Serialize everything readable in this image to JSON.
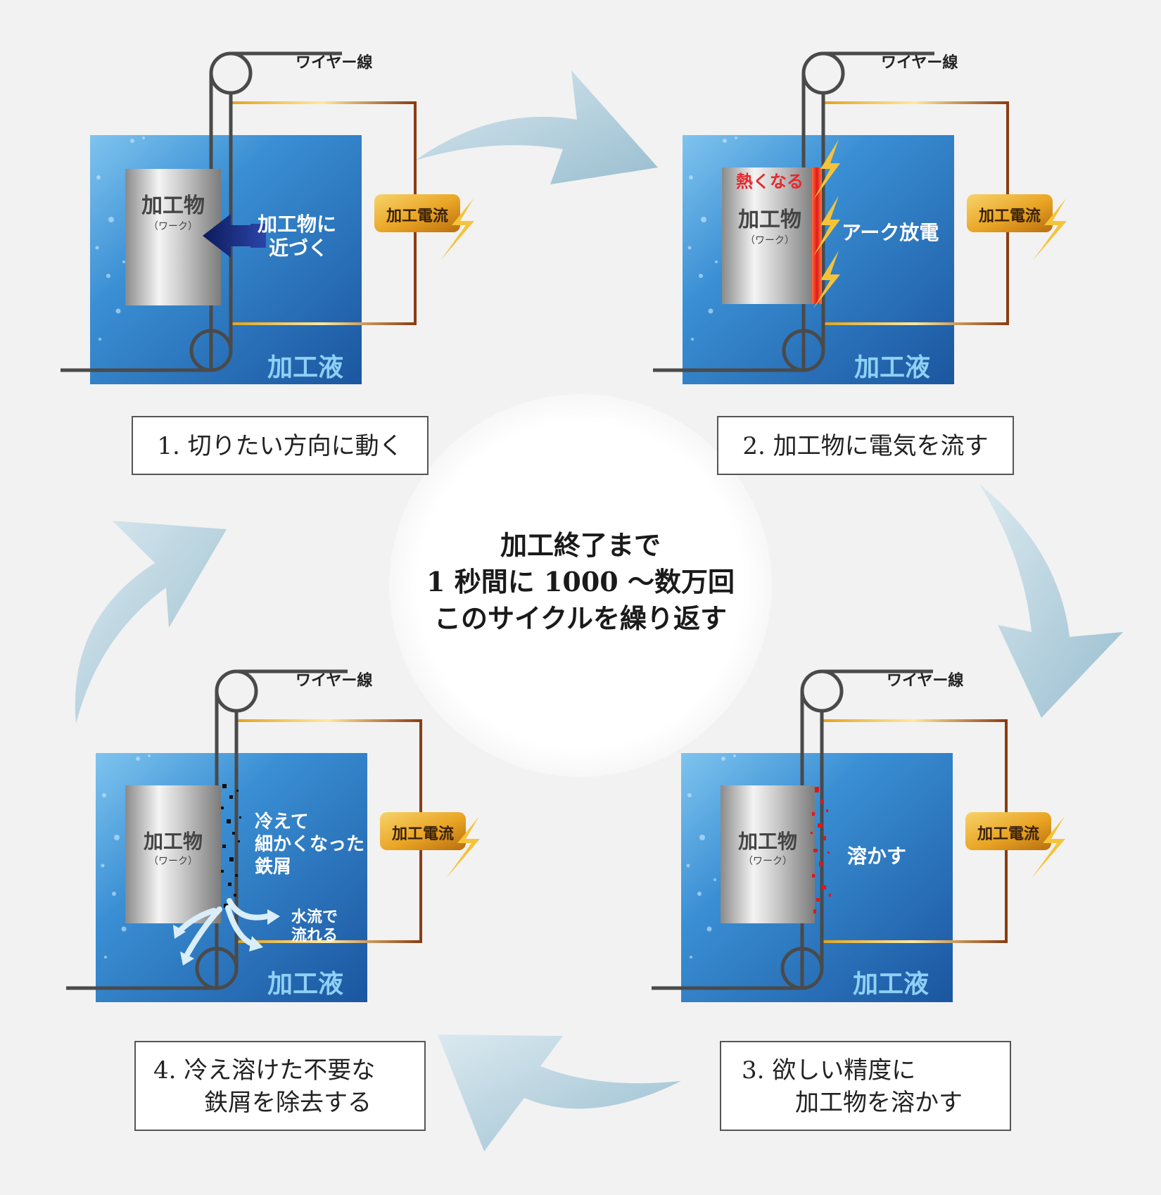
{
  "center": {
    "line1": "加工終了まで",
    "line2": "1 秒間に 1000 〜数万回",
    "line3": "このサイクルを繰り返す"
  },
  "labels": {
    "wire": "ワイヤー線",
    "current": "加工電流",
    "fluid": "加工液",
    "work": "加工物",
    "work_reading": "（ワーク）"
  },
  "panel1": {
    "action_line1": "加工物に",
    "action_line2": "近づく",
    "caption": "1. 切りたい方向に動く"
  },
  "panel2": {
    "heat": "熱くなる",
    "action": "アーク放電",
    "caption": "2. 加工物に電気を流す"
  },
  "panel3": {
    "action": "溶かす",
    "caption_line1": "3.  欲しい精度に",
    "caption_line2": "加工物を溶かす"
  },
  "panel4": {
    "action_line1": "冷えて",
    "action_line2": "細かくなった",
    "action_line3": "鉄屑",
    "flow_line1": "水流で",
    "flow_line2": "流れる",
    "caption_line1": "4.  冷え溶けた不要な",
    "caption_line2": "鉄屑を除去する"
  },
  "colors": {
    "tank_top": "#7fc0ea",
    "tank_bottom": "#1f5ea8",
    "wire": "#4a4a4a",
    "fluid_text": "#8fd0f5",
    "heat_text": "#e8282c",
    "arrow": "#a9c9d8"
  }
}
